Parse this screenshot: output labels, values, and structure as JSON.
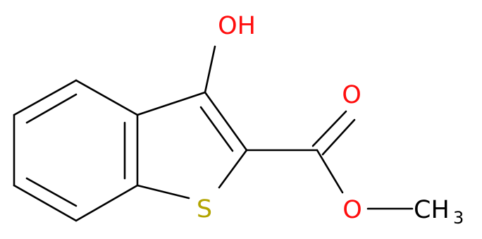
{
  "molecule": {
    "labels": {
      "hydroxyl": "OH",
      "carbonyl_oxygen": "O",
      "ester_oxygen": "O",
      "sulfur": "S",
      "methyl_main": "CH",
      "methyl_subscript": "3"
    },
    "colors": {
      "bond": "#000000",
      "oxygen": "#ff0d0d",
      "sulfur": "#b2a400",
      "carbon_label": "#000000"
    }
  }
}
